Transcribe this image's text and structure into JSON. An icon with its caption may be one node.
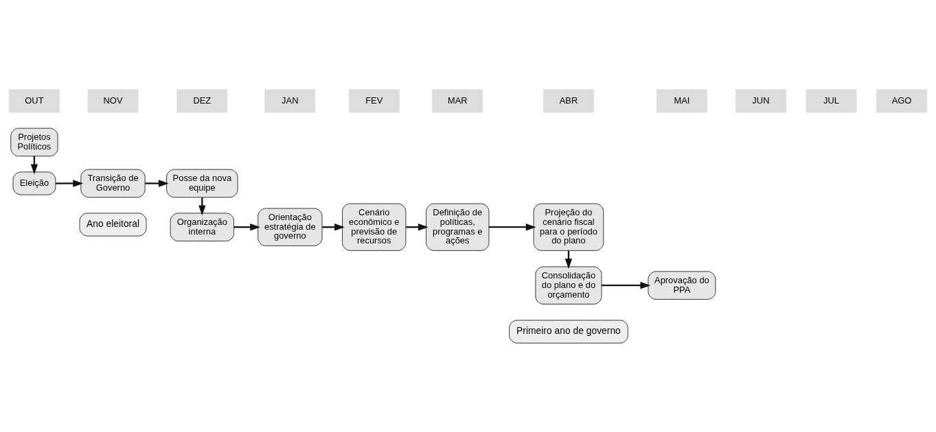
{
  "diagram": {
    "nodes": [
      {
        "text": [
          "Ano eleitoral"
        ]
      },
      {
        "text": [
          "Primeiro ano de governo"
        ]
      },
      {
        "text": [
          "Projetos Políticos"
        ]
      },
      {
        "text": [
          "Eleição"
        ]
      },
      {
        "text": [
          "Transição de Governo"
        ]
      },
      {
        "text": [
          "Posse da nova equipe"
        ]
      },
      {
        "text": [
          "Organização interna"
        ]
      },
      {
        "text": [
          "Orientação estratégia de governo"
        ]
      },
      {
        "text": [
          "Cenário econômico e previsão de recursos"
        ]
      },
      {
        "text": [
          "Definição de políticas, programas e ações"
        ]
      },
      {
        "text": [
          "Projeção do cenário fiscal para o período do plano"
        ]
      },
      {
        "text": [
          "Consolidação do plano e do orçamento"
        ]
      },
      {
        "text": [
          "Aprovação do PPA"
        ]
      }
    ],
    "edges": [
      {
        "from": 2,
        "to": 3,
        "arrow": "to"
      },
      {
        "from": 3,
        "to": 4,
        "arrow": "to"
      },
      {
        "from": 4,
        "to": 5,
        "arrow": "to"
      },
      {
        "from": 5,
        "to": 6,
        "arrow": "to"
      },
      {
        "from": 6,
        "to": 7,
        "arrow": "to"
      },
      {
        "from": 7,
        "to": 8,
        "arrow": "to"
      },
      {
        "from": 8,
        "to": 9,
        "arrow": "to"
      },
      {
        "from": 9,
        "to": 10,
        "arrow": "to"
      },
      {
        "from": 10,
        "to": 11,
        "arrow": "to"
      },
      {
        "from": 11,
        "to": 12,
        "arrow": "to"
      }
    ],
    "labels": [
      "OUT",
      "NOV",
      "DEZ",
      "JAN",
      "FEV",
      "MAR",
      "ABR",
      "MAI",
      "JUN",
      "JUL",
      "AGO"
    ]
  }
}
